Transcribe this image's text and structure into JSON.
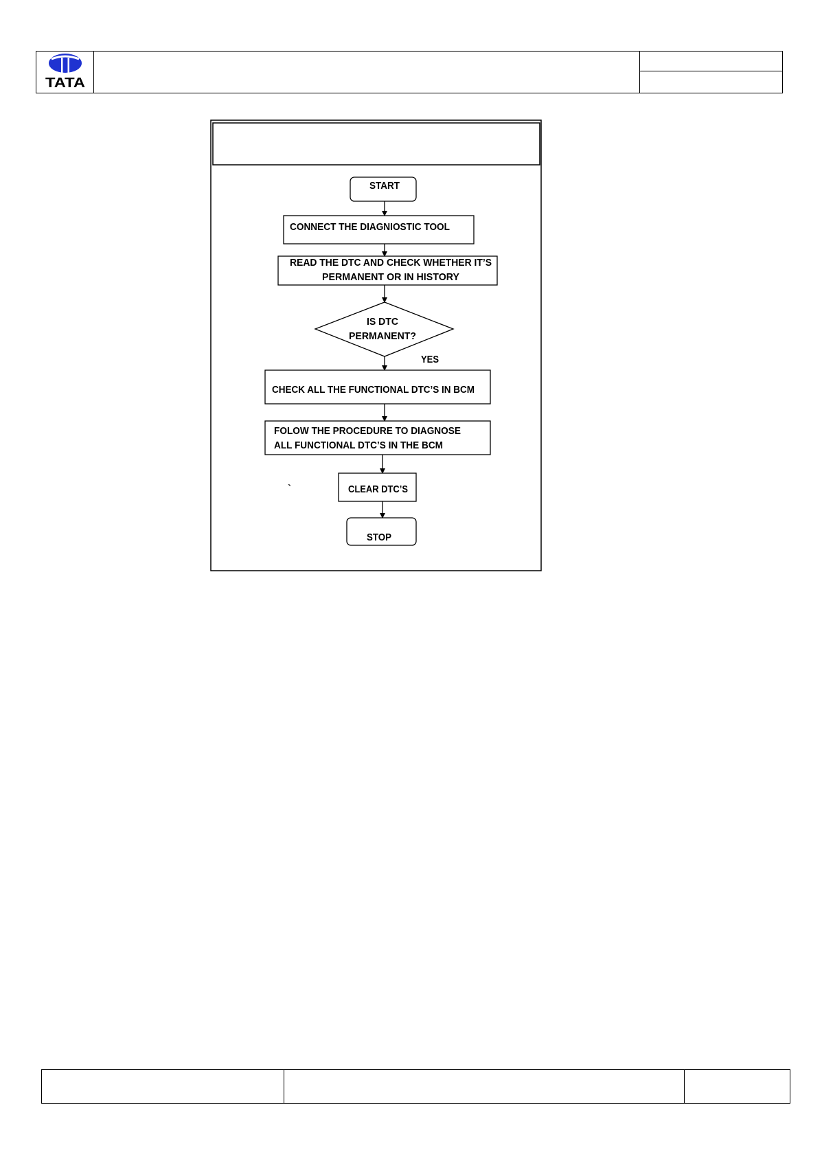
{
  "header": {
    "logo_text": "TATA"
  },
  "flowchart": {
    "start": "START",
    "connect": "CONNECT THE DIAGNIOSTIC TOOL",
    "read": [
      "READ THE DTC AND CHECK WHETHER IT’S",
      "PERMANENT OR IN HISTORY"
    ],
    "decision": [
      "IS DTC",
      "PERMANENT?"
    ],
    "yes_label": "YES",
    "check": "CHECK ALL THE FUNCTIONAL DTC’S IN BCM",
    "follow": [
      "FOLOW THE PROCEDURE TO DIAGNOSE",
      "ALL FUNCTIONAL DTC’S IN THE BCM"
    ],
    "clear": "CLEAR DTC’S",
    "stop": "STOP",
    "stray_mark": "`"
  },
  "colors": {
    "logo_blue": "#1f33d1",
    "line": "#000000",
    "background": "#ffffff"
  }
}
